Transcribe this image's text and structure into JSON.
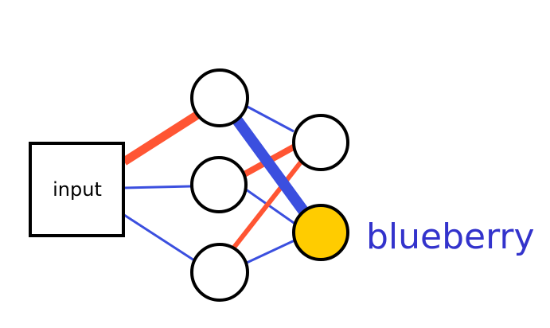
{
  "diagram": {
    "input_label": "input",
    "output_label": "blueberry"
  },
  "colors": {
    "background": "#ffffff",
    "stroke": "#000000",
    "positive_edge": "#ff5533",
    "negative_edge": "#3b4fdf",
    "active_output_fill": "#ffcc00",
    "label_color": "#3333cc"
  },
  "nodes": [
    {
      "id": "input",
      "kind": "input-box"
    },
    {
      "id": "h1",
      "layer": "hidden"
    },
    {
      "id": "h2",
      "layer": "hidden"
    },
    {
      "id": "h3",
      "layer": "hidden"
    },
    {
      "id": "o1",
      "layer": "output",
      "active": false
    },
    {
      "id": "o2",
      "layer": "output",
      "active": true
    }
  ],
  "edges": [
    {
      "from": "input",
      "to": "h1",
      "sign": "positive",
      "weight": "strong"
    },
    {
      "from": "input",
      "to": "h2",
      "sign": "negative",
      "weight": "weak"
    },
    {
      "from": "input",
      "to": "h3",
      "sign": "negative",
      "weight": "weak"
    },
    {
      "from": "h1",
      "to": "o1",
      "sign": "negative",
      "weight": "weak"
    },
    {
      "from": "h1",
      "to": "o2",
      "sign": "negative",
      "weight": "strong"
    },
    {
      "from": "h2",
      "to": "o1",
      "sign": "positive",
      "weight": "medium"
    },
    {
      "from": "h2",
      "to": "o2",
      "sign": "negative",
      "weight": "weak"
    },
    {
      "from": "h3",
      "to": "o1",
      "sign": "positive",
      "weight": "medium"
    },
    {
      "from": "h3",
      "to": "o2",
      "sign": "negative",
      "weight": "weak"
    }
  ]
}
